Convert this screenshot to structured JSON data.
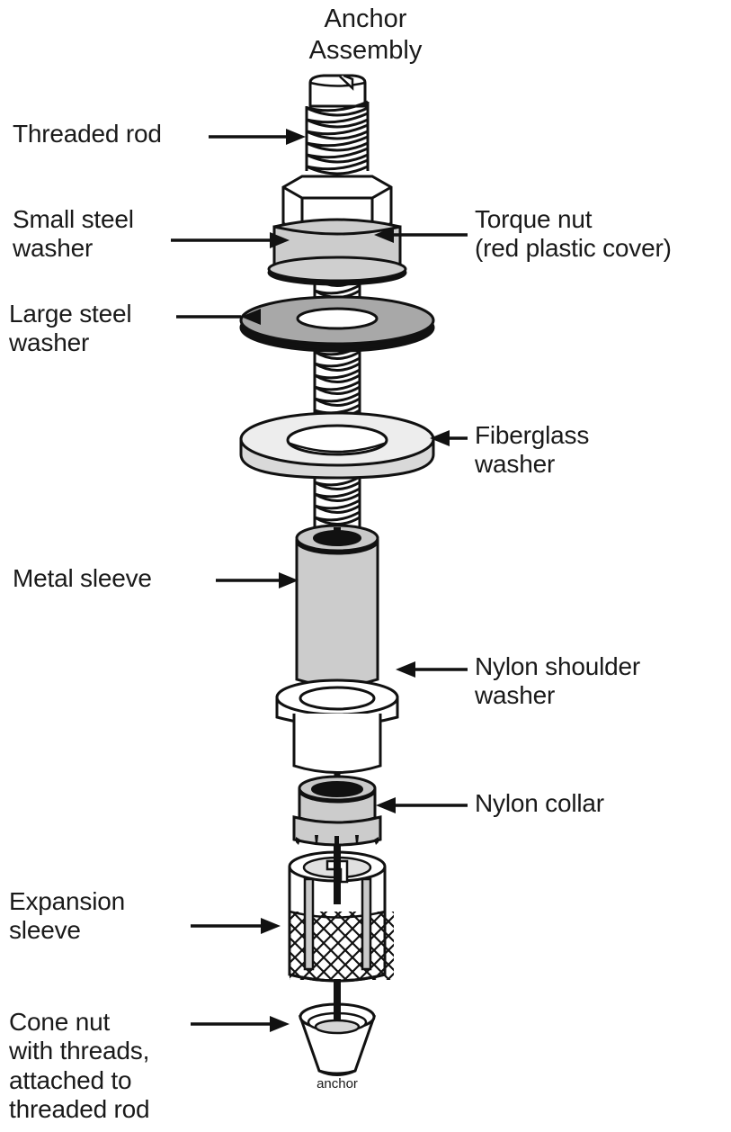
{
  "title": "Anchor\nAssembly",
  "caption": "anchor",
  "labels": {
    "threaded_rod": "Threaded rod",
    "small_steel_washer": "Small steel\nwasher",
    "large_steel_washer": "Large steel\nwasher",
    "torque_nut": "Torque nut\n(red plastic cover)",
    "fiberglass_washer": "Fiberglass\nwasher",
    "metal_sleeve": "Metal sleeve",
    "nylon_shoulder_washer": "Nylon shoulder\nwasher",
    "nylon_collar": "Nylon collar",
    "expansion_sleeve": "Expansion\nsleeve",
    "cone_nut": "Cone nut\nwith threads,\nattached to\nthreaded rod"
  },
  "colors": {
    "outline": "#111111",
    "background": "#ffffff",
    "text": "#1a1a1a",
    "light_gray": "#cccccc",
    "mid_gray": "#a8a8a8",
    "pale_gray": "#e8e8e8",
    "white_part": "#ffffff"
  },
  "parts": [
    {
      "name": "threaded-rod",
      "fill": "#ffffff",
      "label_side": "left"
    },
    {
      "name": "torque-nut",
      "fill": "#cccccc",
      "label_side": "right"
    },
    {
      "name": "small-steel-washer",
      "fill": "#111111",
      "label_side": "left"
    },
    {
      "name": "large-steel-washer",
      "fill": "#a8a8a8",
      "label_side": "left"
    },
    {
      "name": "fiberglass-washer",
      "fill": "#e8e8e8",
      "label_side": "right"
    },
    {
      "name": "metal-sleeve",
      "fill": "#cccccc",
      "label_side": "left"
    },
    {
      "name": "nylon-shoulder-washer",
      "fill": "#ffffff",
      "label_side": "right"
    },
    {
      "name": "nylon-collar",
      "fill": "#cccccc",
      "label_side": "right"
    },
    {
      "name": "expansion-sleeve",
      "fill": "#ffffff",
      "label_side": "left"
    },
    {
      "name": "cone-nut",
      "fill": "#ffffff",
      "label_side": "left"
    }
  ]
}
